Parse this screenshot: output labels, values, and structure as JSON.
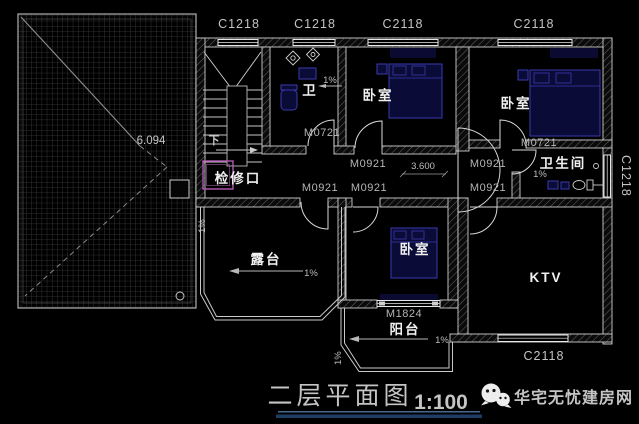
{
  "colors": {
    "background": "#000000",
    "line": "#cfcfcf",
    "dim_text": "#b5b5b5",
    "room_text": "#f0f0f0",
    "furniture_fill": "#0b0b38",
    "furniture_stroke": "#3a3aae",
    "access_box": "#b457b4",
    "title_text": "#7d93a8",
    "scale_text": "#4e79b0",
    "watermark_text": "#e4e4e4"
  },
  "windows": {
    "c1218": "C1218",
    "c2118": "C2118"
  },
  "doors": {
    "m0721": "M0721",
    "m0921": "M0921",
    "m1824": "M1824"
  },
  "rooms": {
    "bedroom": "卧室",
    "toilet": "卫",
    "bathroom": "卫生间",
    "terrace": "露台",
    "balcony": "阳台",
    "ktv": "KTV",
    "access_hatch": "检修口",
    "stair_down": "下"
  },
  "annotations": {
    "slope": "1%",
    "hall_width": "3.600",
    "roof_elevation": "6.094"
  },
  "titleblock": {
    "title": "二层平面图",
    "scale": "1:100"
  },
  "watermark": {
    "name": "华宅无忧建房网",
    "icon": "wechat-icon"
  }
}
